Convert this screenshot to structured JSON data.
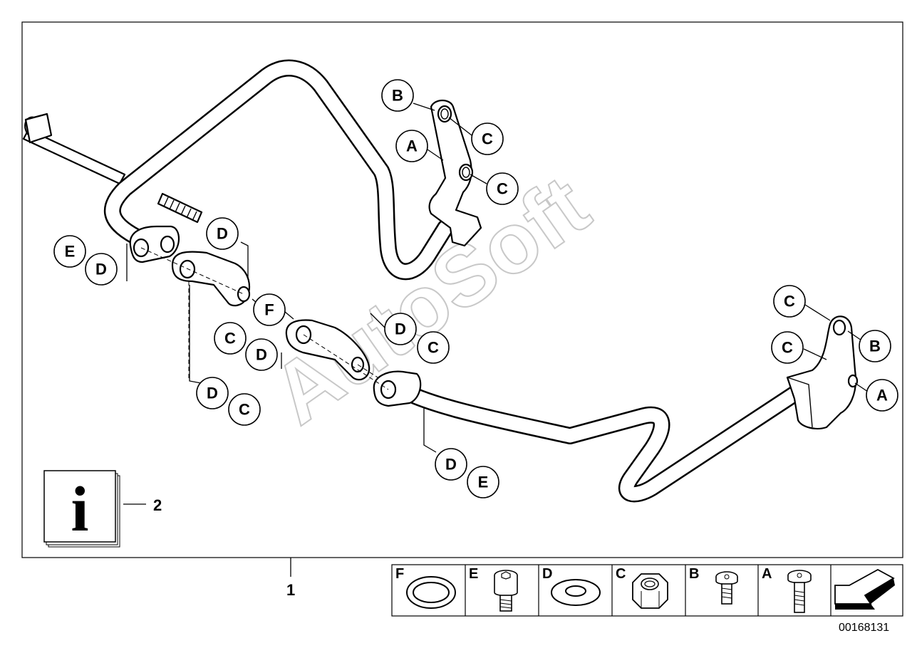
{
  "watermark": "AutoSoft",
  "part_numbers": {
    "main_assembly": "1",
    "info_item": "2"
  },
  "doc_number": "00168131",
  "callouts": [
    {
      "id": "c1",
      "label": "B"
    },
    {
      "id": "c2",
      "label": "A"
    },
    {
      "id": "c3",
      "label": "C"
    },
    {
      "id": "c4",
      "label": "C"
    },
    {
      "id": "c5",
      "label": "D"
    },
    {
      "id": "c6",
      "label": "E"
    },
    {
      "id": "c7",
      "label": "D"
    },
    {
      "id": "c8",
      "label": "F"
    },
    {
      "id": "c9",
      "label": "D"
    },
    {
      "id": "c10",
      "label": "C"
    },
    {
      "id": "c11",
      "label": "C"
    },
    {
      "id": "c12",
      "label": "D"
    },
    {
      "id": "c13",
      "label": "D"
    },
    {
      "id": "c14",
      "label": "C"
    },
    {
      "id": "c15",
      "label": "D"
    },
    {
      "id": "c16",
      "label": "E"
    },
    {
      "id": "c17",
      "label": "C"
    },
    {
      "id": "c18",
      "label": "C"
    },
    {
      "id": "c19",
      "label": "B"
    },
    {
      "id": "c20",
      "label": "A"
    }
  ],
  "legend": [
    {
      "label": "F",
      "part": "washer-ring"
    },
    {
      "label": "E",
      "part": "socket-head-bolt"
    },
    {
      "label": "D",
      "part": "flat-washer"
    },
    {
      "label": "C",
      "part": "hex-nut"
    },
    {
      "label": "B",
      "part": "torx-bolt-short"
    },
    {
      "label": "A",
      "part": "torx-bolt-long"
    }
  ],
  "info_icon": "i"
}
